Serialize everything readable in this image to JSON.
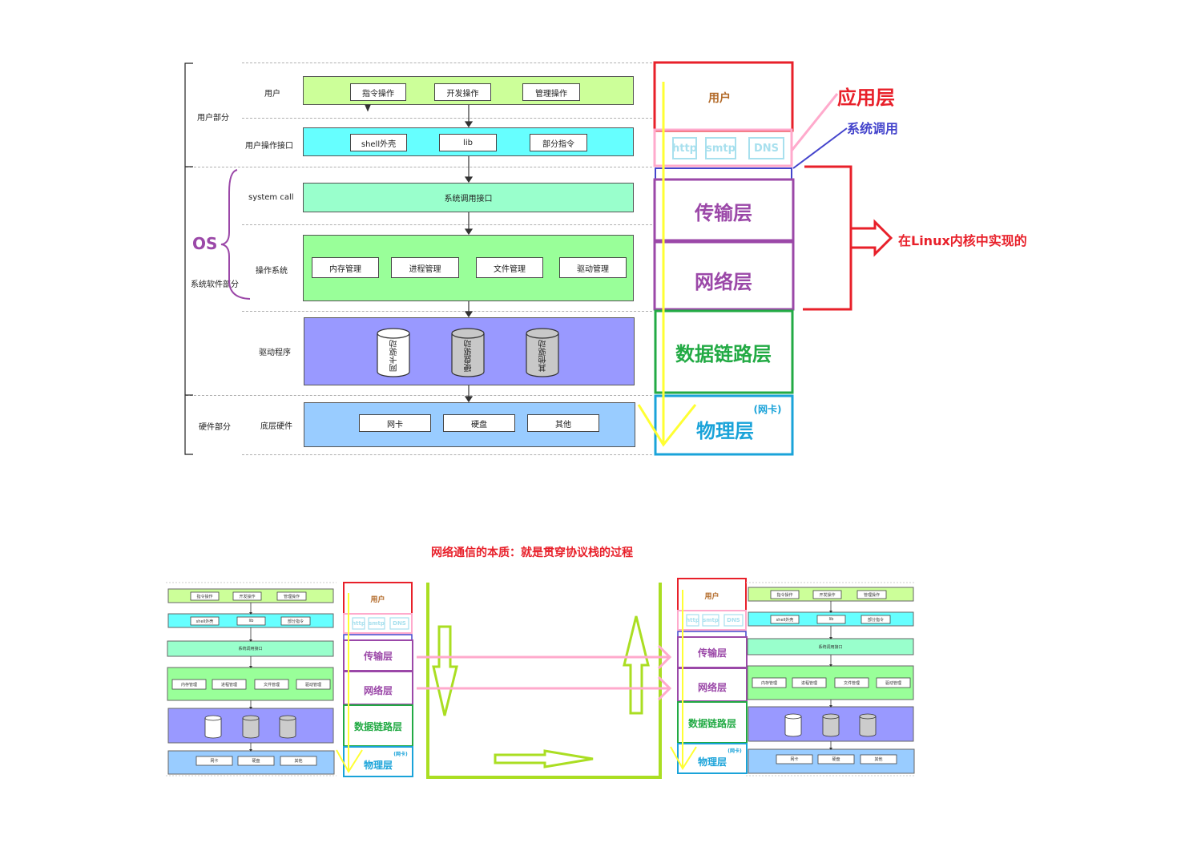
{
  "top": {
    "left_labels": {
      "user_part": "用户部分",
      "system_software_part": "系统软件部分",
      "hardware_part": "硬件部分",
      "os": "OS"
    },
    "rows": {
      "user": "用户",
      "user_interface": "用户操作接口",
      "system_call": "system call",
      "operating_system": "操作系统",
      "drivers": "驱动程序",
      "hardware": "底层硬件"
    },
    "user_band": [
      "指令操作",
      "开发操作",
      "管理操作"
    ],
    "interface_band": [
      "shell外壳",
      "lib",
      "部分指令"
    ],
    "syscall_band": "系统调用接口",
    "os_band": [
      "内存管理",
      "进程管理",
      "文件管理",
      "驱动管理"
    ],
    "driver_band": [
      "网卡驱动",
      "硬盘驱动",
      "其他驱动"
    ],
    "hardware_band": [
      "网卡",
      "硬盘",
      "其他"
    ],
    "stack": {
      "user": "用户",
      "protocols": [
        "http",
        "smtp",
        "DNS"
      ],
      "transport": "传输层",
      "network": "网络层",
      "datalink": "数据链路层",
      "physical": "物理层",
      "physical_note": "(网卡)"
    },
    "annotations": {
      "application_layer": "应用层",
      "system_call": "系统调用",
      "linux_kernel": "在Linux内核中实现的"
    }
  },
  "bottom": {
    "title": "网络通信的本质：就是贯穿协议栈的过程",
    "stack": {
      "user": "用户",
      "protocols": [
        "http",
        "smtp",
        "DNS"
      ],
      "transport": "传输层",
      "network": "网络层",
      "datalink": "数据链路层",
      "physical": "物理层",
      "physical_note": "(网卡)"
    }
  },
  "colors": {
    "user_band": "#ccff99",
    "interface_band": "#66ffff",
    "syscall_band": "#99ffcc",
    "os_band": "#99ff99",
    "driver_band": "#9999ff",
    "hardware_band": "#99ccff",
    "red": "#e8202a",
    "pink": "#ffaacc",
    "purple": "#9b48a8",
    "green": "#22aa44",
    "cyan": "#1aa3d9",
    "yellow": "#ffff33",
    "lime": "#aade22",
    "blue": "#4444cc",
    "brown": "#b36b2a"
  }
}
